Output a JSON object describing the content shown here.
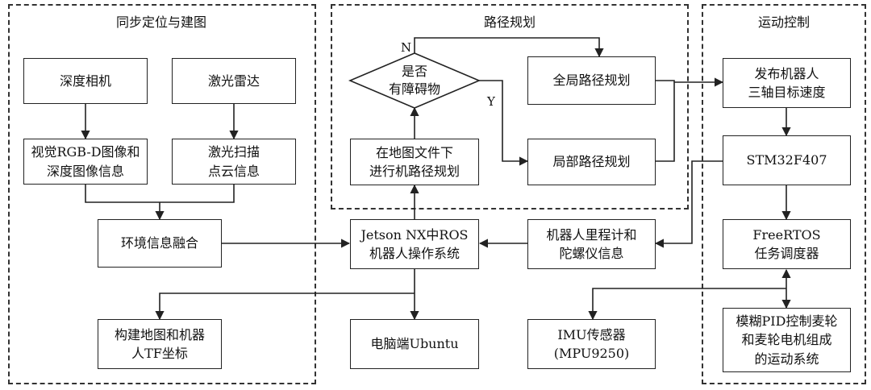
{
  "regions": {
    "slam": "同步定位与建图",
    "planning": "路径规划",
    "motion": "运动控制"
  },
  "boxes": {
    "depth_camera": [
      "深度相机"
    ],
    "lidar": [
      "激光雷达"
    ],
    "rgbd_info": [
      "视觉RGB-D图像和",
      "深度图像信息"
    ],
    "laser_scan": [
      "激光扫描",
      "点云信息"
    ],
    "env_fusion": [
      "环境信息融合"
    ],
    "map_tf": [
      "构建地图和机器",
      "人TF坐标"
    ],
    "map_planning": [
      "在地图文件下",
      "进行机路径规划"
    ],
    "global_path": [
      "全局路径规划"
    ],
    "local_path": [
      "局部路径规划"
    ],
    "jetson_ros": [
      "Jetson NX中ROS",
      "机器人操作系统"
    ],
    "odom_gyro": [
      "机器人里程计和",
      "陀螺仪信息"
    ],
    "pc_ubuntu": [
      "电脑端Ubuntu"
    ],
    "imu": [
      "IMU传感器",
      "(MPU9250)"
    ],
    "publish_velocity": [
      "发布机器人",
      "三轴目标速度"
    ],
    "stm32": [
      "STM32F407"
    ],
    "freertos": [
      "FreeRTOS",
      "任务调度器"
    ],
    "fuzzy_pid": [
      "模糊PID控制麦轮",
      "和麦轮电机组成",
      "的运动系统"
    ]
  },
  "decision": {
    "text": [
      "是否",
      "有障碍物"
    ],
    "no_label": "N",
    "yes_label": "Y"
  }
}
